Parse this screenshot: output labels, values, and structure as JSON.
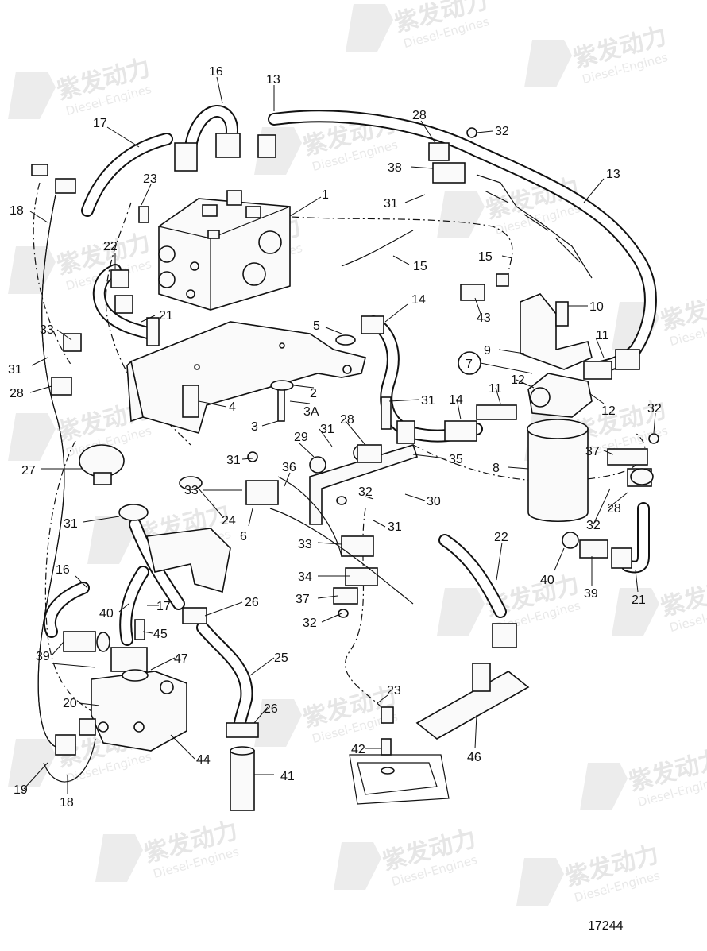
{
  "watermark": {
    "brand": "紫发动力",
    "sub": "Diesel-Engines"
  },
  "drawing_number": "17244",
  "callouts": [
    {
      "id": "c16a",
      "text": "16"
    },
    {
      "id": "c13a",
      "text": "13"
    },
    {
      "id": "c17a",
      "text": "17"
    },
    {
      "id": "c28a",
      "text": "28"
    },
    {
      "id": "c32a",
      "text": "32"
    },
    {
      "id": "c38",
      "text": "38"
    },
    {
      "id": "c13b",
      "text": "13"
    },
    {
      "id": "c23a",
      "text": "23"
    },
    {
      "id": "c1",
      "text": "1"
    },
    {
      "id": "c18a",
      "text": "18"
    },
    {
      "id": "c31a",
      "text": "31"
    },
    {
      "id": "c22a",
      "text": "22"
    },
    {
      "id": "c15a",
      "text": "15"
    },
    {
      "id": "c15b",
      "text": "15"
    },
    {
      "id": "c14a",
      "text": "14"
    },
    {
      "id": "c43",
      "text": "43"
    },
    {
      "id": "c10",
      "text": "10"
    },
    {
      "id": "c21a",
      "text": "21"
    },
    {
      "id": "c5",
      "text": "5"
    },
    {
      "id": "c33a",
      "text": "33"
    },
    {
      "id": "c11a",
      "text": "11"
    },
    {
      "id": "c9",
      "text": "9"
    },
    {
      "id": "c31b",
      "text": "31"
    },
    {
      "id": "c7",
      "text": "7"
    },
    {
      "id": "c12a",
      "text": "12"
    },
    {
      "id": "c2",
      "text": "2"
    },
    {
      "id": "c28b",
      "text": "28"
    },
    {
      "id": "c31c",
      "text": "31"
    },
    {
      "id": "c14b",
      "text": "14"
    },
    {
      "id": "c11b",
      "text": "11"
    },
    {
      "id": "c12b",
      "text": "12"
    },
    {
      "id": "c4",
      "text": "4"
    },
    {
      "id": "c3A",
      "text": "3A"
    },
    {
      "id": "c28c",
      "text": "28"
    },
    {
      "id": "c32b",
      "text": "32"
    },
    {
      "id": "c3",
      "text": "3"
    },
    {
      "id": "c31d",
      "text": "31"
    },
    {
      "id": "c29",
      "text": "29"
    },
    {
      "id": "c37a",
      "text": "37"
    },
    {
      "id": "c35",
      "text": "35"
    },
    {
      "id": "c31e",
      "text": "31"
    },
    {
      "id": "c27",
      "text": "27"
    },
    {
      "id": "c36",
      "text": "36"
    },
    {
      "id": "c8",
      "text": "8"
    },
    {
      "id": "c33b",
      "text": "33"
    },
    {
      "id": "c32c",
      "text": "32"
    },
    {
      "id": "c30",
      "text": "30"
    },
    {
      "id": "c28d",
      "text": "28"
    },
    {
      "id": "c31f",
      "text": "31"
    },
    {
      "id": "c24",
      "text": "24"
    },
    {
      "id": "c6",
      "text": "6"
    },
    {
      "id": "c32d",
      "text": "32"
    },
    {
      "id": "c31g",
      "text": "31"
    },
    {
      "id": "c33c",
      "text": "33"
    },
    {
      "id": "c22b",
      "text": "22"
    },
    {
      "id": "c40a",
      "text": "40"
    },
    {
      "id": "c39a",
      "text": "39"
    },
    {
      "id": "c21b",
      "text": "21"
    },
    {
      "id": "c16b",
      "text": "16"
    },
    {
      "id": "c34",
      "text": "34"
    },
    {
      "id": "c40b",
      "text": "40"
    },
    {
      "id": "c17b",
      "text": "17"
    },
    {
      "id": "c37b",
      "text": "37"
    },
    {
      "id": "c26a",
      "text": "26"
    },
    {
      "id": "c45",
      "text": "45"
    },
    {
      "id": "c32e",
      "text": "32"
    },
    {
      "id": "c39b",
      "text": "39"
    },
    {
      "id": "c47",
      "text": "47"
    },
    {
      "id": "c25",
      "text": "25"
    },
    {
      "id": "c20",
      "text": "20"
    },
    {
      "id": "c23b",
      "text": "23"
    },
    {
      "id": "c26b",
      "text": "26"
    },
    {
      "id": "c44",
      "text": "44"
    },
    {
      "id": "c42",
      "text": "42"
    },
    {
      "id": "c46",
      "text": "46"
    },
    {
      "id": "c41",
      "text": "41"
    },
    {
      "id": "c19",
      "text": "19"
    },
    {
      "id": "c18b",
      "text": "18"
    }
  ]
}
